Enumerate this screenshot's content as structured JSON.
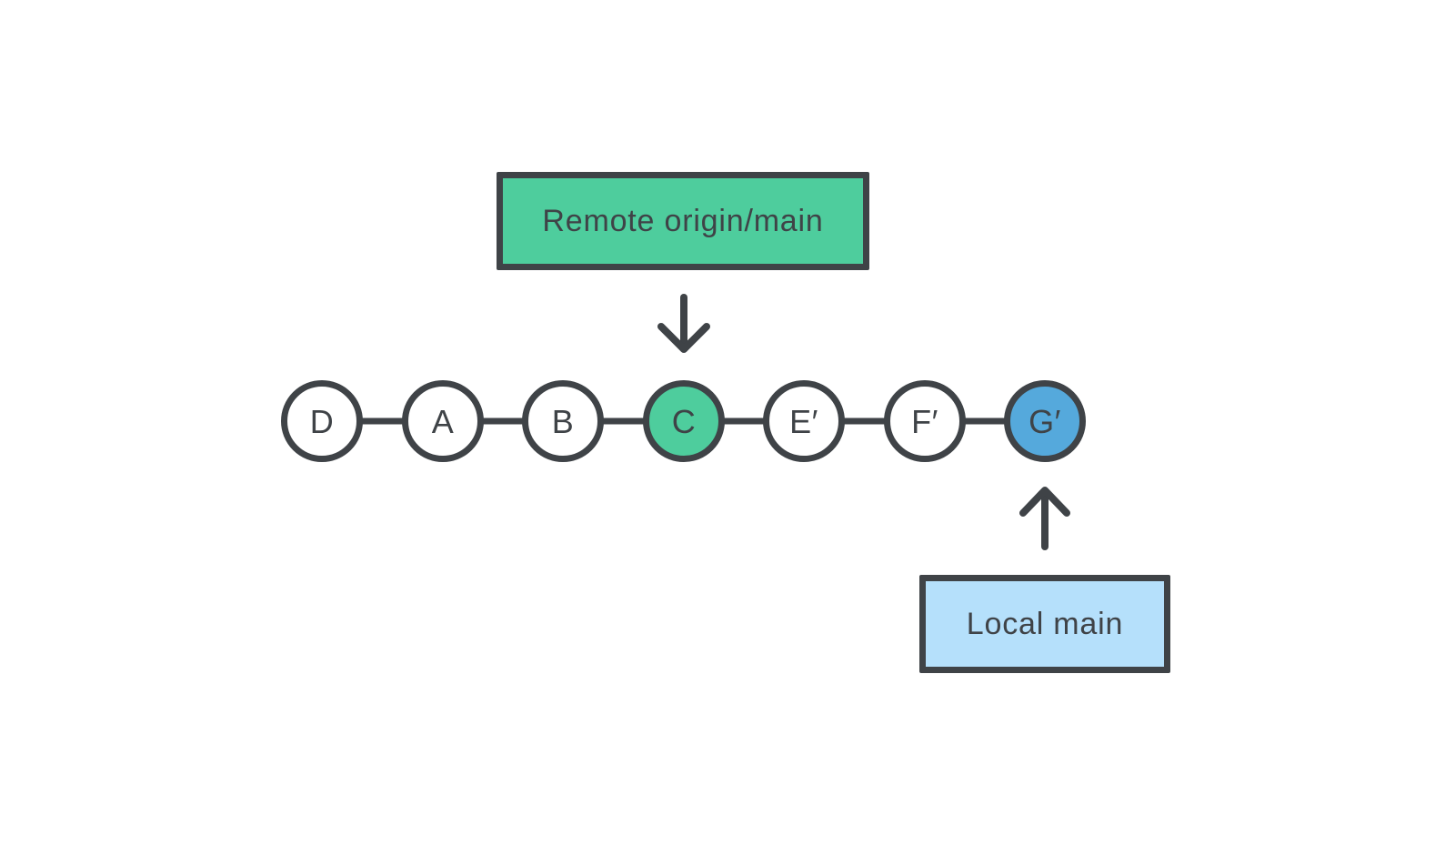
{
  "diagram": {
    "kind": "git-branch-diagram",
    "remote_label": "Remote origin/main",
    "local_label": "Local main",
    "nodes": [
      {
        "label": "D",
        "fill": "white"
      },
      {
        "label": "A",
        "fill": "white"
      },
      {
        "label": "B",
        "fill": "white"
      },
      {
        "label": "C",
        "fill": "green"
      },
      {
        "label": "E′",
        "fill": "white"
      },
      {
        "label": "F′",
        "fill": "white"
      },
      {
        "label": "G′",
        "fill": "blue"
      }
    ]
  },
  "colors": {
    "dark": "#3f4347",
    "green": "#4ecd9d",
    "blue": "#55a9dc",
    "light-blue": "#b5e0fb",
    "white": "#ffffff"
  }
}
